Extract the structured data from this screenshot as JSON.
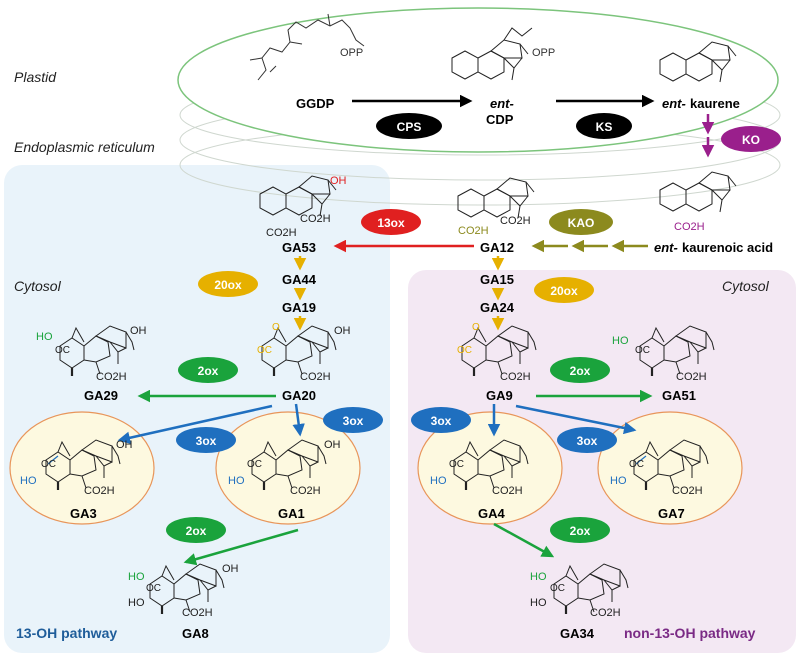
{
  "compartments": {
    "plastid": "Plastid",
    "er": "Endoplasmic reticulum",
    "cytosol_left": "Cytosol",
    "cytosol_right": "Cytosol"
  },
  "pathways": {
    "left": "13-OH pathway",
    "right": "non-13-OH pathway"
  },
  "compounds": {
    "ggdp": "GGDP",
    "ent_prefix": "ent-",
    "cdp": "CDP",
    "kaurene": "kaurene",
    "kaurenoic": "kaurenoic acid",
    "ga53": "GA53",
    "ga44": "GA44",
    "ga19": "GA19",
    "ga20": "GA20",
    "ga29": "GA29",
    "ga1": "GA1",
    "ga3": "GA3",
    "ga8": "GA8",
    "ga12": "GA12",
    "ga15": "GA15",
    "ga24": "GA24",
    "ga9": "GA9",
    "ga51": "GA51",
    "ga4": "GA4",
    "ga7": "GA7",
    "ga34": "GA34"
  },
  "enzymes": {
    "cps": "CPS",
    "ks": "KS",
    "ko": "KO",
    "kao": "KAO",
    "ox13": "13ox",
    "ox20_left": "20ox",
    "ox20_right": "20ox",
    "ox2_left_a": "2ox",
    "ox2_left_b": "2ox",
    "ox2_right_a": "2ox",
    "ox2_right_b": "2ox",
    "ox3_left_a": "3ox",
    "ox3_left_b": "3ox",
    "ox3_right_a": "3ox",
    "ox3_right_b": "3ox"
  },
  "groups": {
    "opp": "OPP",
    "co2h": "CO2H",
    "oh": "OH",
    "ho": "HO",
    "oc": "OC",
    "o": "O"
  },
  "colors": {
    "plastid_outline": "#7cc47c",
    "left_bg": "#e9f3fa",
    "right_bg": "#f3e8f3",
    "active_ga_fill": "#fdf9e0",
    "active_ga_outline": "#e8955a",
    "black": "#000000",
    "red": "#e02020",
    "olive": "#8c8a1e",
    "gold": "#e6b000",
    "green": "#1aa33c",
    "blue": "#1f6fbf",
    "purple": "#9a1f8c",
    "left_title": "#1f5d9a",
    "right_title": "#7a2a85"
  }
}
